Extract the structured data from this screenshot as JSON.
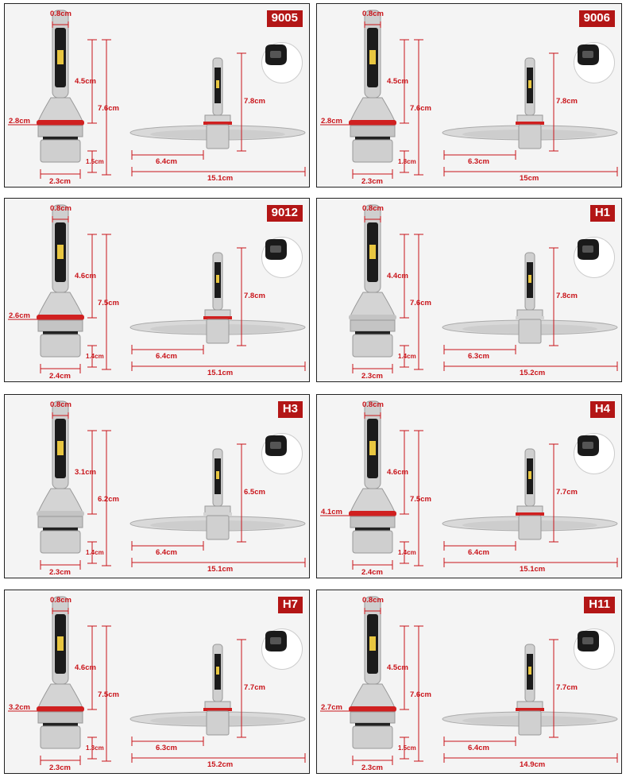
{
  "panels": [
    {
      "model": "9005",
      "connector_icon": "round-plug-icon",
      "side": {
        "tip_width": "0.8cm",
        "stem": "4.5cm",
        "total": "7.6cm",
        "flange": "2.8cm",
        "base_height": "1.5cm",
        "base_width": "2.3cm"
      },
      "top": {
        "height": "7.8cm",
        "half_span": "6.4cm",
        "full_span": "15.1cm"
      }
    },
    {
      "model": "9006",
      "connector_icon": "round-plug-icon",
      "side": {
        "tip_width": "0.8cm",
        "stem": "4.5cm",
        "total": "7.6cm",
        "flange": "2.8cm",
        "base_height": "1.8cm",
        "base_width": "2.3cm"
      },
      "top": {
        "height": "7.8cm",
        "half_span": "6.3cm",
        "full_span": "15cm"
      }
    },
    {
      "model": "9012",
      "connector_icon": "round-plug-icon",
      "side": {
        "tip_width": "0.8cm",
        "stem": "4.6cm",
        "total": "7.5cm",
        "flange": "2.6cm",
        "base_height": "1.4cm",
        "base_width": "2.4cm"
      },
      "top": {
        "height": "7.8cm",
        "half_span": "6.4cm",
        "full_span": "15.1cm"
      }
    },
    {
      "model": "H1",
      "connector_icon": "wire-plug-icon",
      "side": {
        "tip_width": "0.8cm",
        "stem": "4.4cm",
        "total": "7.6cm",
        "flange": "",
        "base_height": "1.4cm",
        "base_width": "2.3cm"
      },
      "top": {
        "height": "7.8cm",
        "half_span": "6.3cm",
        "full_span": "15.2cm"
      }
    },
    {
      "model": "H3",
      "connector_icon": "wire-plug-icon",
      "side": {
        "tip_width": "0.8cm",
        "stem": "3.1cm",
        "total": "6.2cm",
        "flange": "",
        "base_height": "1.4cm",
        "base_width": "2.3cm"
      },
      "top": {
        "height": "6.5cm",
        "half_span": "6.4cm",
        "full_span": "15.1cm"
      }
    },
    {
      "model": "H4",
      "connector_icon": "wire-plug-icon",
      "side": {
        "tip_width": "0.8cm",
        "stem": "4.6cm",
        "total": "7.5cm",
        "flange": "4.1cm",
        "base_height": "1.4cm",
        "base_width": "2.4cm"
      },
      "top": {
        "height": "7.7cm",
        "half_span": "6.4cm",
        "full_span": "15.1cm"
      }
    },
    {
      "model": "H7",
      "connector_icon": "h7-plug-icon",
      "side": {
        "tip_width": "0.8cm",
        "stem": "4.6cm",
        "total": "7.5cm",
        "flange": "3.2cm",
        "base_height": "1.3cm",
        "base_width": "2.3cm"
      },
      "top": {
        "height": "7.7cm",
        "half_span": "6.3cm",
        "full_span": "15.2cm"
      }
    },
    {
      "model": "H11",
      "connector_icon": "round-plug-icon",
      "side": {
        "tip_width": "0.8cm",
        "stem": "4.5cm",
        "total": "7.6cm",
        "flange": "2.7cm",
        "base_height": "1.5cm",
        "base_width": "2.3cm"
      },
      "top": {
        "height": "7.7cm",
        "half_span": "6.4cm",
        "full_span": "14.9cm"
      }
    }
  ],
  "colors": {
    "dimension": "#c9141a",
    "badge": "#b31616",
    "bulb_metal": "#c8c8c8",
    "led_chip": "#e8c640",
    "o_ring": "#d02020"
  }
}
